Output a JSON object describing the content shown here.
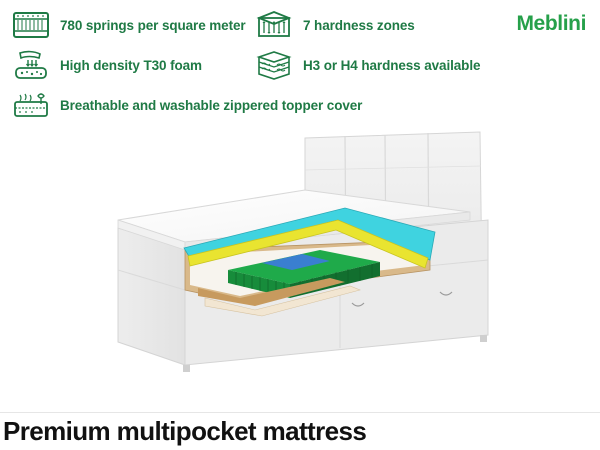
{
  "brand": {
    "logo_text": "Meblini",
    "color": "#26a04a"
  },
  "features": [
    {
      "text": "780 springs per square meter",
      "icon": "springs-block-icon"
    },
    {
      "text": "7 hardness zones",
      "icon": "hardness-zones-icon"
    },
    {
      "text": "High density T30 foam",
      "icon": "foam-press-icon"
    },
    {
      "text": "H3 or H4 hardness available",
      "icon": "hardness-layers-icon"
    },
    {
      "text": "Breathable and washable zippered topper cover",
      "icon": "topper-cover-icon"
    }
  ],
  "accent_color": "#1f7a45",
  "caption": {
    "title": "Premium multipocket mattress"
  }
}
